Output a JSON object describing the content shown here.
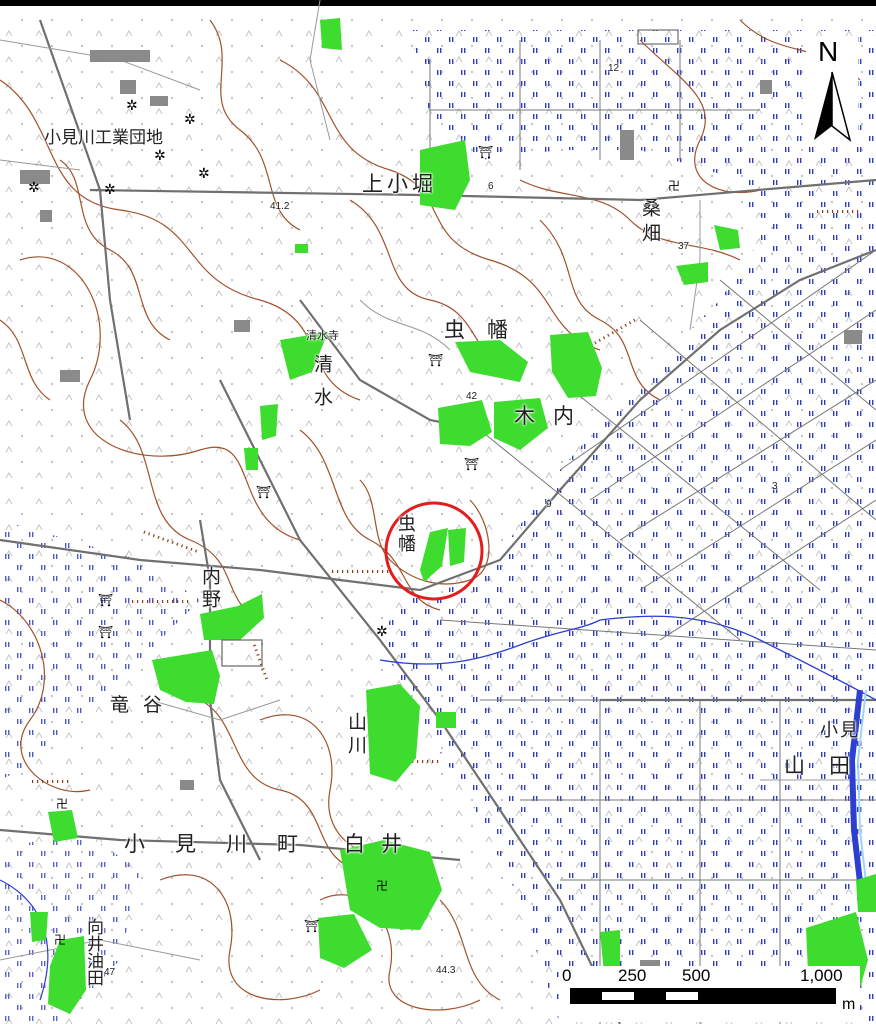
{
  "map": {
    "place_labels": {
      "komikawa_industrial": "小見川工業団地",
      "kamikobori": "上小堀",
      "kuwabata": "桑畑",
      "mushihata_north": "虫幡",
      "seisuiji": "清水寺",
      "shimizu": "清水",
      "kinouchi": "木内",
      "mushihata_circle": "虫幡",
      "uchino": "内野",
      "ryugaya": "竜谷",
      "yamakawa": "山川",
      "komikawa_town": "小見川町",
      "shirai": "白井",
      "yamada": "山田",
      "mukai_aburata": "向井油田",
      "ogawa_partial": "小見"
    },
    "elevation_labels": {
      "e1": "41.2",
      "e2": "42",
      "e3": "44.3",
      "e4": "37",
      "e5": "47",
      "e6": "12",
      "e7": "6",
      "e8": "9",
      "e9": "3"
    },
    "north_arrow": {
      "letter": "N"
    },
    "scale_bar": {
      "ticks": [
        "0",
        "250",
        "500",
        "1,000"
      ],
      "unit": "m"
    },
    "highlight": {
      "color": "#e31c1c",
      "target": "虫幡"
    },
    "colors": {
      "forest": "#3ddc2f",
      "contour": "#a0522d",
      "road": "#707070",
      "water": "#2c3fd0",
      "paddy_symbol": "#2e3dbf",
      "background": "#ffffff"
    }
  }
}
